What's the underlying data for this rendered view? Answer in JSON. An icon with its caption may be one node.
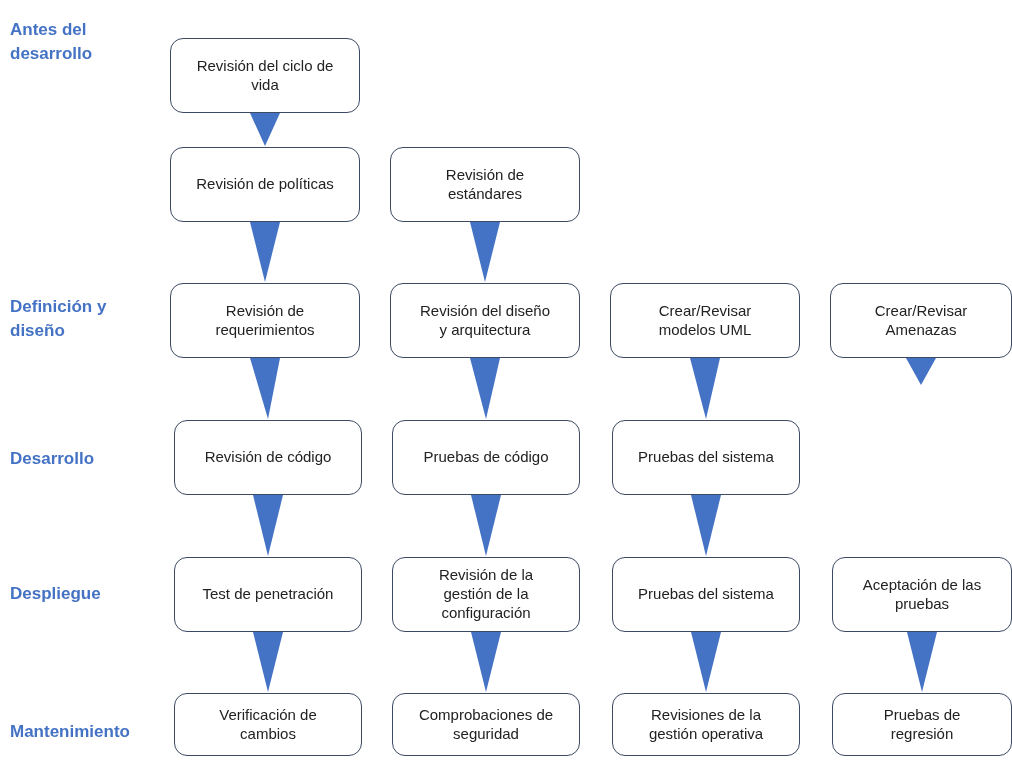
{
  "diagram": {
    "nodes": [
      {
        "text": [
          "Revisión del ciclo de vida"
        ]
      },
      {
        "text": [
          "Revisión de políticas"
        ]
      },
      {
        "text": [
          "Revisión de estándares"
        ]
      },
      {
        "text": [
          "Revisión de requerimientos"
        ]
      },
      {
        "text": [
          "Revisión del diseño y arquitectura"
        ]
      },
      {
        "text": [
          "Crear/Revisar modelos UML"
        ]
      },
      {
        "text": [
          "Crear/Revisar Amenazas"
        ]
      },
      {
        "text": [
          "Revisión de código"
        ]
      },
      {
        "text": [
          "Pruebas de código"
        ]
      },
      {
        "text": [
          "Pruebas del sistema"
        ]
      },
      {
        "text": [
          "Test de penetración"
        ]
      },
      {
        "text": [
          "Revisión de la gestión de la configuración"
        ]
      },
      {
        "text": [
          "Pruebas del sistema"
        ]
      },
      {
        "text": [
          "Aceptación de las pruebas"
        ]
      },
      {
        "text": [
          "Verificación de cambios"
        ]
      },
      {
        "text": [
          "Comprobaciones de seguridad"
        ]
      },
      {
        "text": [
          "Revisiones de la gestión operativa"
        ]
      },
      {
        "text": [
          "Pruebas de regresión"
        ]
      }
    ],
    "edges": [
      {
        "from": 0,
        "to": 1,
        "arrow": "to"
      },
      {
        "from": 1,
        "to": 3,
        "arrow": "to"
      },
      {
        "from": 2,
        "to": 4,
        "arrow": "to"
      },
      {
        "from": 3,
        "to": 7,
        "arrow": "to"
      },
      {
        "from": 4,
        "to": 8,
        "arrow": "to"
      },
      {
        "from": 5,
        "to": 9,
        "arrow": "to"
      },
      {
        "from": 6,
        "to": null,
        "arrow": "to"
      },
      {
        "from": 7,
        "to": 10,
        "arrow": "to"
      },
      {
        "from": 8,
        "to": 11,
        "arrow": "to"
      },
      {
        "from": 9,
        "to": 12,
        "arrow": "to"
      },
      {
        "from": 10,
        "to": 14,
        "arrow": "to"
      },
      {
        "from": 11,
        "to": 15,
        "arrow": "to"
      },
      {
        "from": 12,
        "to": 16,
        "arrow": "to"
      },
      {
        "from": 13,
        "to": 17,
        "arrow": "to"
      }
    ],
    "labels": [
      "Antes del desarrollo",
      "Definición y diseño",
      "Desarrollo",
      "Despliegue",
      "Mantenimiento"
    ]
  }
}
